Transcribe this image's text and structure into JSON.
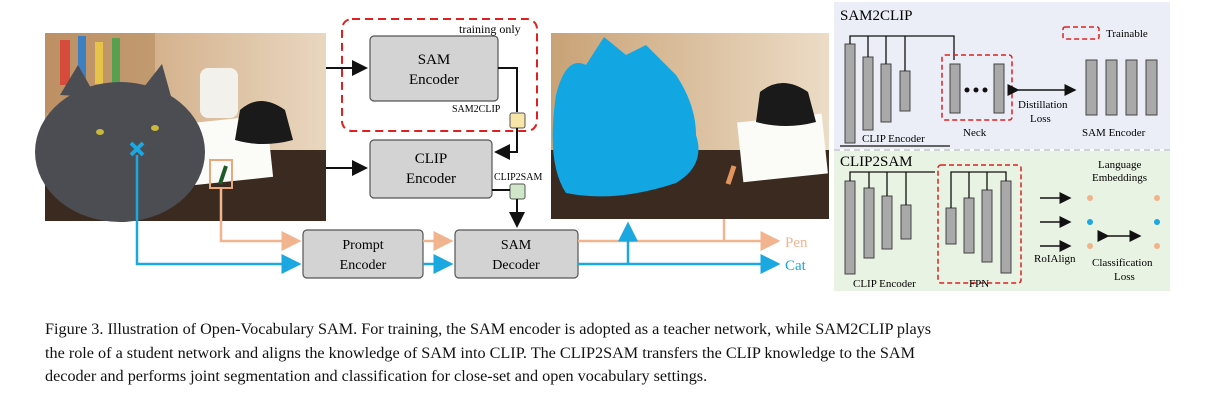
{
  "main_diagram": {
    "training_only": "training only",
    "sam_encoder": [
      "SAM",
      "Encoder"
    ],
    "clip_encoder": [
      "CLIP",
      "Encoder"
    ],
    "prompt_encoder": [
      "Prompt",
      "Encoder"
    ],
    "sam_decoder": [
      "SAM",
      "Decoder"
    ],
    "sam2clip_tag": "SAM2CLIP",
    "clip2sam_tag": "CLIP2SAM",
    "output_pen": "Pen",
    "output_cat": "Cat",
    "colors": {
      "pen": "#f2b48e",
      "cat": "#1ba7e0",
      "dashed": "#e02020",
      "mask": "#12a6e2"
    }
  },
  "sam2clip_panel": {
    "title": "SAM2CLIP",
    "trainable": "Trainable",
    "clip_encoder": "CLIP Encoder",
    "neck": "Neck",
    "distillation": [
      "Distillation",
      "Loss"
    ],
    "sam_encoder": "SAM Encoder"
  },
  "clip2sam_panel": {
    "title": "CLIP2SAM",
    "language_embeddings": [
      "Language",
      "Embeddings"
    ],
    "roialign": "RoIAlign",
    "classification_loss": [
      "Classification",
      "Loss"
    ],
    "clip_encoder": "CLIP Encoder",
    "fpn": "FPN"
  },
  "caption": [
    "Figure 3. Illustration of Open-Vocabulary SAM. For training, the SAM encoder is adopted as a teacher network, while SAM2CLIP plays",
    "the role of a student network and aligns the knowledge of SAM into CLIP. The CLIP2SAM transfers the CLIP knowledge to the SAM",
    "decoder and performs joint segmentation and classification for close-set and open vocabulary settings."
  ]
}
